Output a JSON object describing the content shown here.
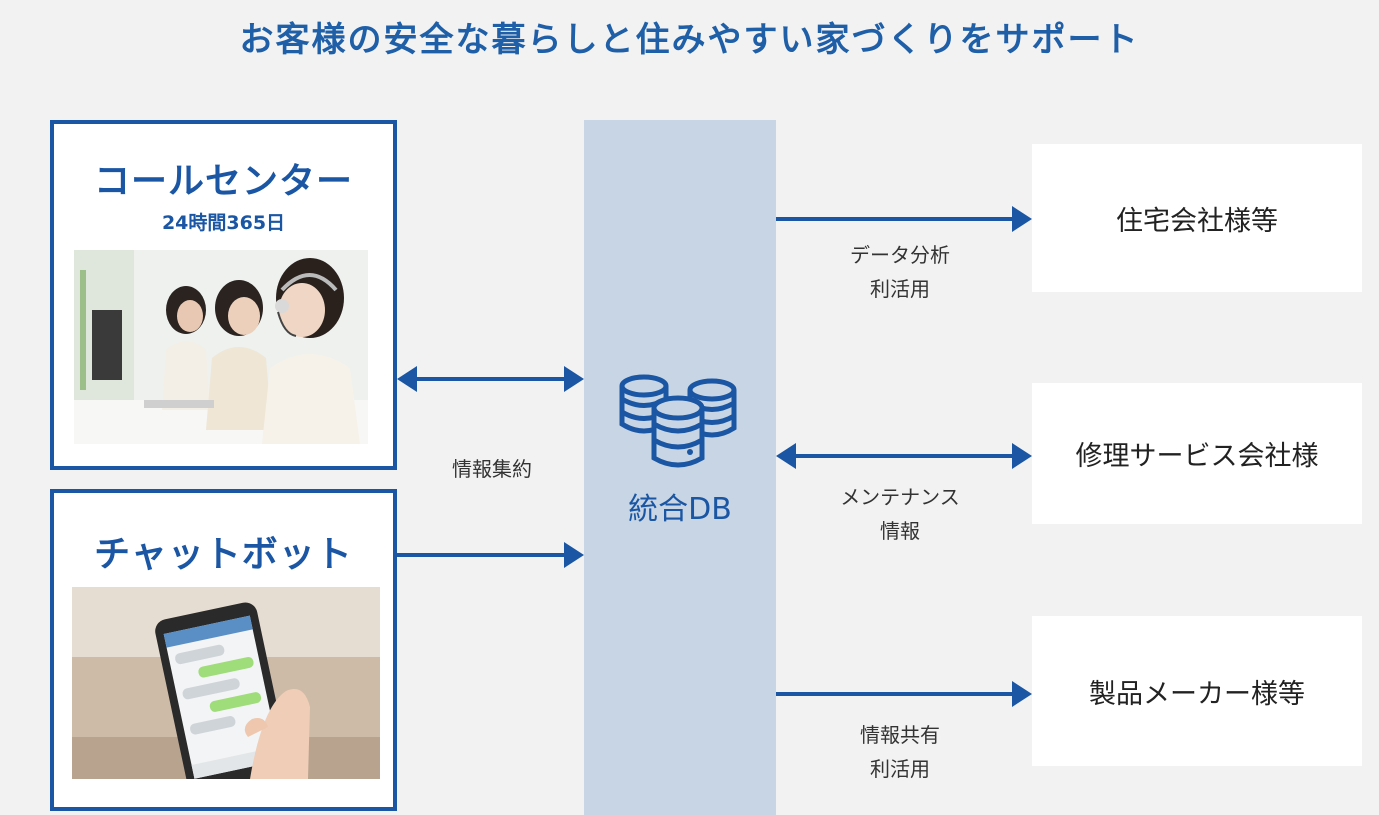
{
  "title": "お客様の安全な暮らしと住みやすい家づくりをサポート",
  "sources": {
    "callcenter": {
      "title": "コールセンター",
      "subtitle": "24時間365日"
    },
    "chatbot": {
      "title": "チャットボット"
    }
  },
  "hub": {
    "label": "統合DB"
  },
  "edges": {
    "inbound": {
      "label": "情報集約"
    },
    "housing": {
      "line1": "データ分析",
      "line2": "利活用"
    },
    "repair": {
      "line1": "メンテナンス",
      "line2": "情報"
    },
    "maker": {
      "line1": "情報共有",
      "line2": "利活用"
    }
  },
  "destinations": {
    "housing": "住宅会社様等",
    "repair": "修理サービス会社様",
    "maker": "製品メーカー様等"
  },
  "colors": {
    "accent": "#1a56a3",
    "title": "#1e5fa8",
    "db_column": "#c7d5e4",
    "background": "#f2f2f2"
  }
}
